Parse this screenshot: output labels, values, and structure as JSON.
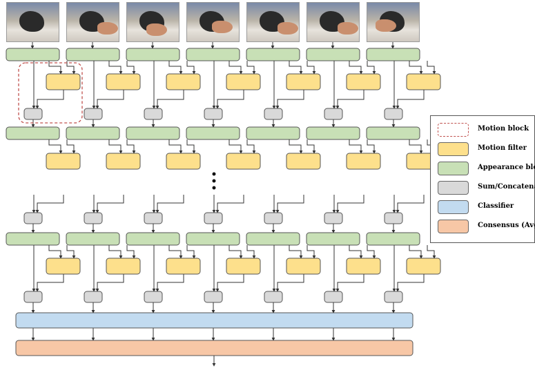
{
  "frames": {
    "count": 7,
    "hand_positions": [
      "none",
      "right",
      "center",
      "center-right",
      "right",
      "right",
      "left"
    ]
  },
  "colors": {
    "appearance": "#c8e0b6",
    "motion_filter": "#fde08c",
    "sum": "#d9d9d9",
    "classifier": "#c2dbf0",
    "consensus": "#f7c7a6",
    "motion_block_border": "#c0504d",
    "stroke": "#555555"
  },
  "legend": {
    "items": [
      {
        "label": "Motion block",
        "color_key": "motion_block_border",
        "style": "dashed"
      },
      {
        "label": "Motion filter",
        "color_key": "motion_filter",
        "style": "solid"
      },
      {
        "label": "Appearance block",
        "color_key": "appearance",
        "style": "solid"
      },
      {
        "label": "Sum/Concatenate",
        "color_key": "sum",
        "style": "solid"
      },
      {
        "label": "Classifier",
        "color_key": "classifier",
        "style": "solid"
      },
      {
        "label": "Consensus (Avg.)",
        "color_key": "consensus",
        "style": "solid"
      }
    ]
  }
}
